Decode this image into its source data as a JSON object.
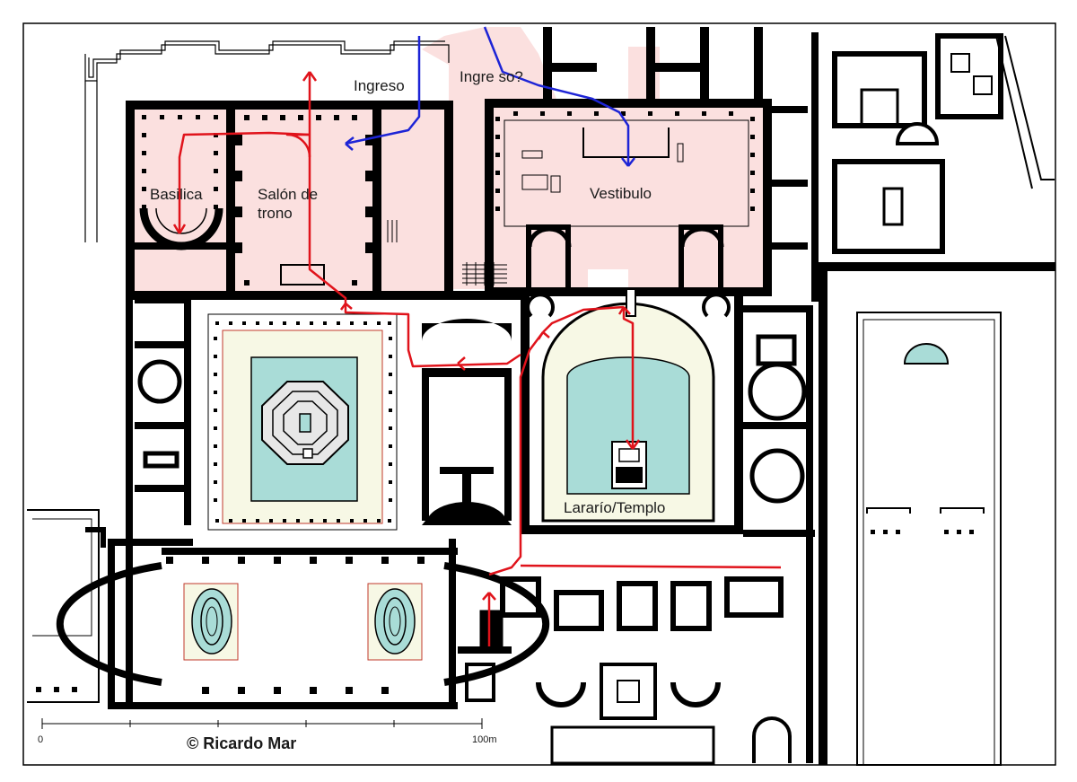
{
  "labels": {
    "ingreso": "Ingreso",
    "ingreso_q": "Ingre so?",
    "salon_line1": "Salón de",
    "salon_line2": "trono",
    "basilica": "Basilica",
    "vestibulo": "Vestibulo",
    "lararium": "Lararío/Templo"
  },
  "scale": {
    "start_label": "0",
    "end_label": "100m"
  },
  "credit": "© Ricardo Mar",
  "colors": {
    "wall": "#000000",
    "highlight": "#fbe0df",
    "pool": "#a9dcd7",
    "garden": "#f7f8e5",
    "route_red": "#e0131b",
    "route_blue": "#1d24d6"
  }
}
